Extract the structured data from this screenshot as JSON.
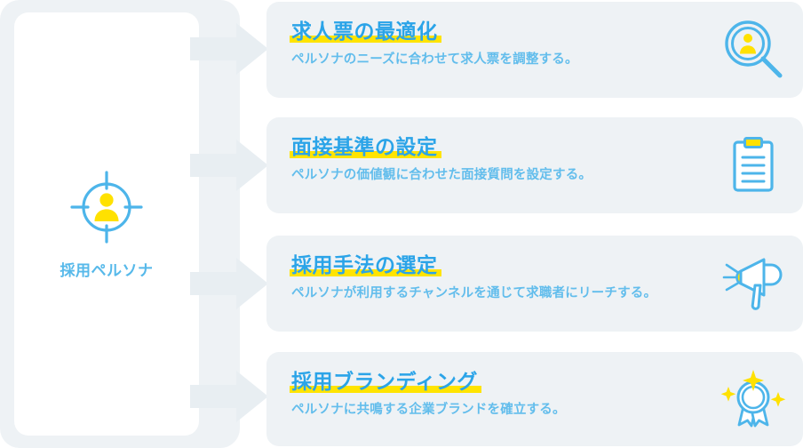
{
  "palette": {
    "band": "#eef2f5",
    "card_bg": "#eef2f5",
    "panel_bg": "#ffffff",
    "title_blue": "#2ba4e8",
    "desc_blue": "#62bdec",
    "icon_blue": "#4db5ea",
    "highlight_yellow": "#ffe400",
    "accent_yellow": "#ffe100",
    "arrow_fill": "#e8eef2"
  },
  "persona": {
    "label": "採用ペルソナ",
    "icon": "target-person-icon"
  },
  "arrows": [
    {
      "name": "arrow-to-step-1"
    },
    {
      "name": "arrow-to-step-2"
    },
    {
      "name": "arrow-to-step-3"
    },
    {
      "name": "arrow-to-step-4"
    }
  ],
  "cards": [
    {
      "title": "求人票の最適化",
      "desc": "ペルソナのニーズに合わせて求人票を調整する。",
      "icon": "magnifier-person-icon"
    },
    {
      "title": "面接基準の設定",
      "desc": "ペルソナの価値観に合わせた面接質問を設定する。",
      "icon": "clipboard-icon"
    },
    {
      "title": "採用手法の選定",
      "desc": "ペルソナが利用するチャンネルを通じて求職者にリーチする。",
      "icon": "megaphone-icon"
    },
    {
      "title": "採用ブランディング",
      "desc": "ペルソナに共鳴する企業ブランドを確立する。",
      "icon": "award-sparkle-icon"
    }
  ]
}
